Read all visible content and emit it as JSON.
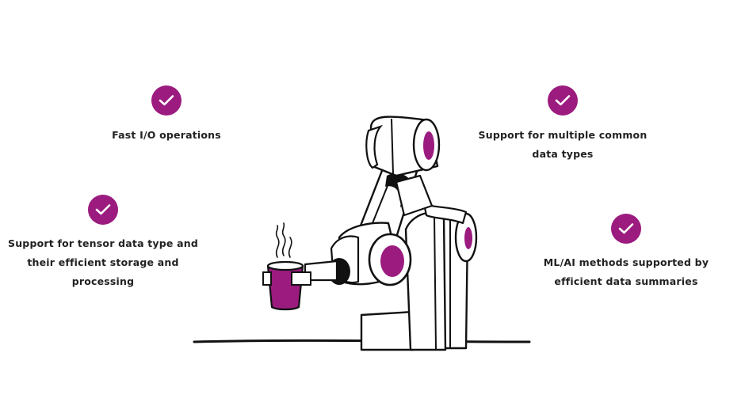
{
  "colors": {
    "accent": "#9b1b7f",
    "text": "#222222",
    "outline": "#111111"
  },
  "features": [
    {
      "icon": "checkmark-icon",
      "lines": [
        "Fast I/O operations"
      ]
    },
    {
      "icon": "checkmark-icon",
      "lines": [
        "Support for tensor data type and",
        "their efficient storage and",
        "processing"
      ]
    },
    {
      "icon": "checkmark-icon",
      "lines": [
        "Support for multiple common",
        "data types"
      ]
    },
    {
      "icon": "checkmark-icon",
      "lines": [
        "ML/AI methods supported by",
        "efficient data summaries"
      ]
    }
  ],
  "illustration": {
    "icon": "robot-arm-holding-coffee-cup-icon"
  }
}
